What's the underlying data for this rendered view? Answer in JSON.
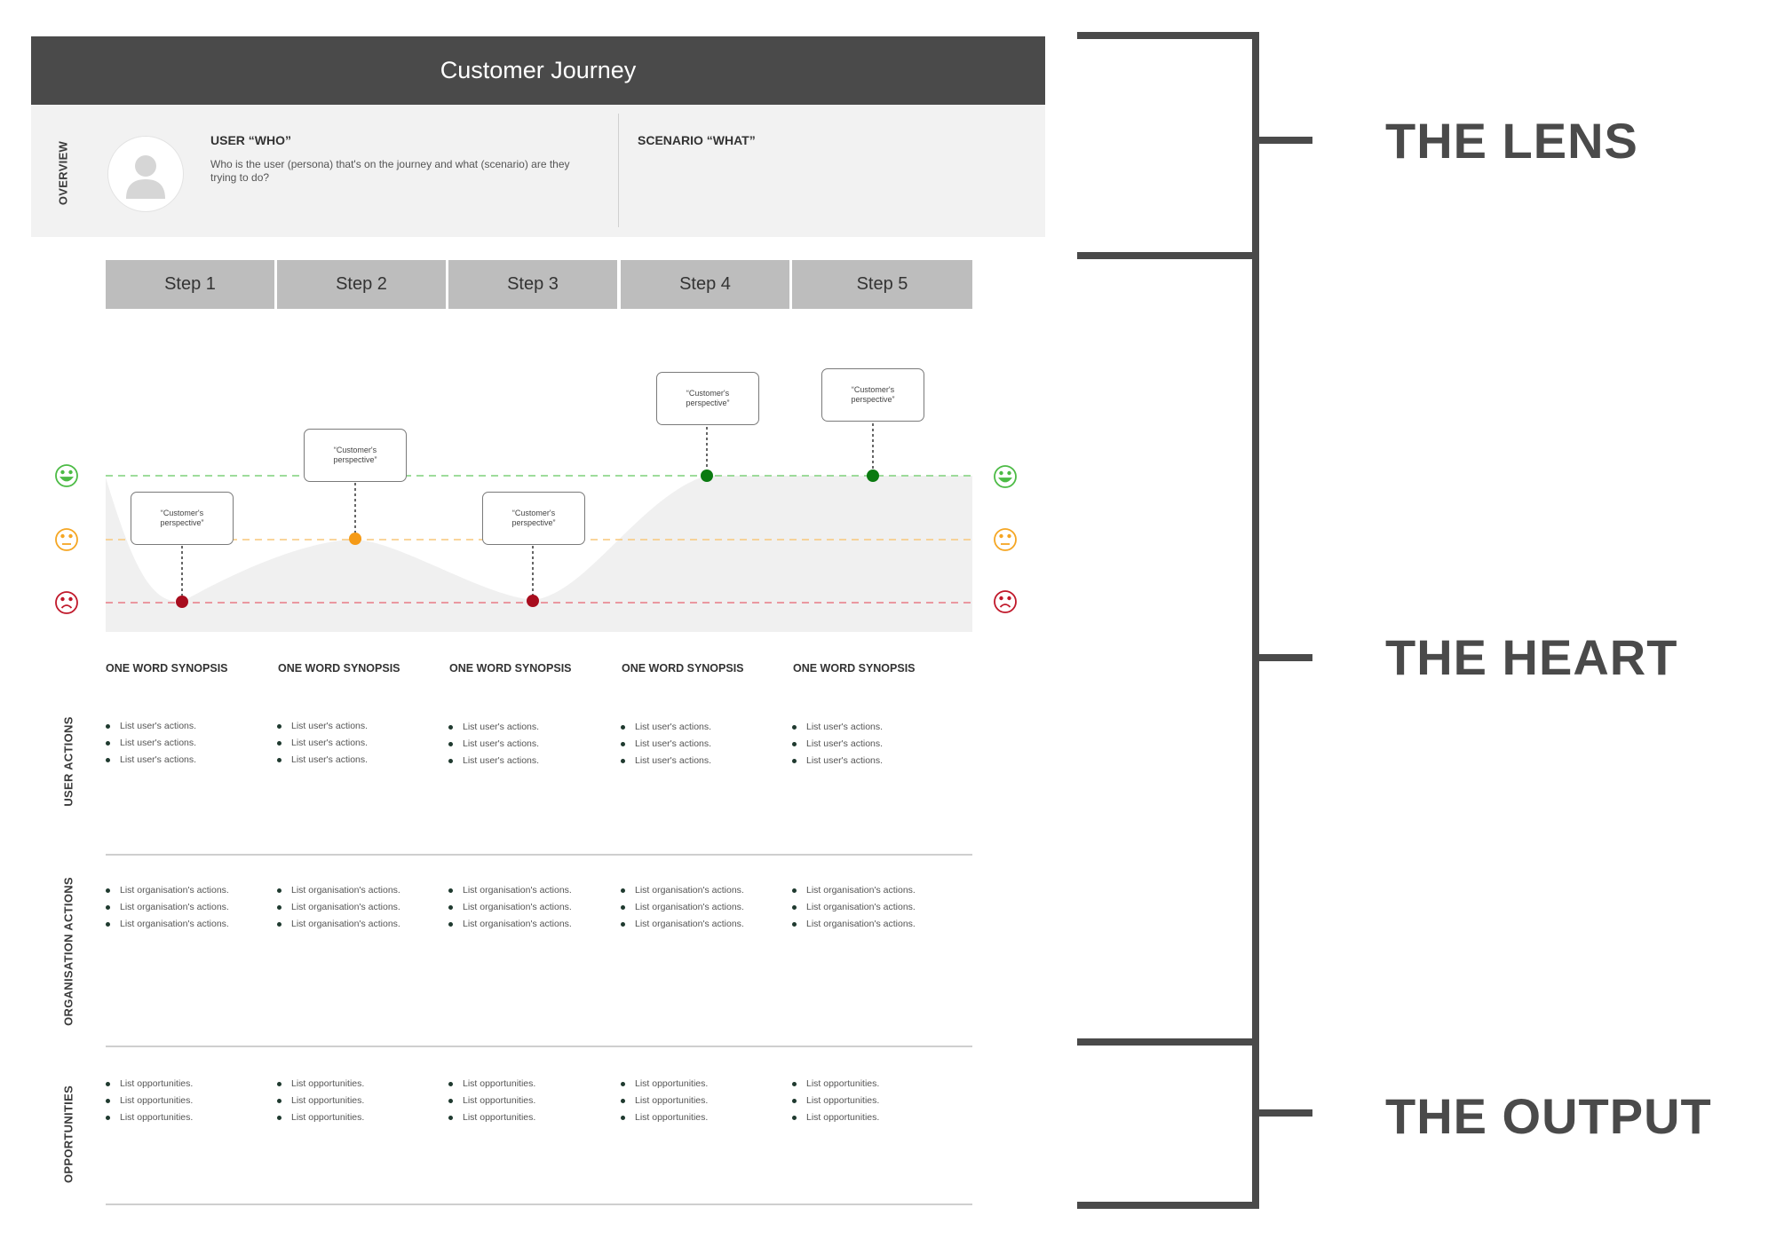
{
  "header": {
    "title": "Customer Journey"
  },
  "overview": {
    "label": "OVERVIEW",
    "user_title": "USER “WHO”",
    "user_desc": "Who is the user (persona) that's on the journey and what (scenario) are they trying to do?",
    "scenario_title": "SCENARIO “WHAT”"
  },
  "steps": [
    "Step 1",
    "Step 2",
    "Step 3",
    "Step 4",
    "Step 5"
  ],
  "emotion": {
    "levels": [
      "positive",
      "neutral",
      "negative"
    ],
    "colors": {
      "positive": "#4cbb45",
      "neutral": "#f5a623",
      "negative": "#c0182a",
      "positive_dot": "#0a7a10",
      "neutral_dot": "#f59a16",
      "negative_dot": "#a80d1e"
    },
    "points": [
      "negative",
      "neutral",
      "negative",
      "positive",
      "positive"
    ],
    "callout_text": "“Customer's perspective”"
  },
  "synopsis": [
    "ONE WORD SYNOPSIS",
    "ONE WORD SYNOPSIS",
    "ONE WORD SYNOPSIS",
    "ONE WORD SYNOPSIS",
    "ONE WORD SYNOPSIS"
  ],
  "rows": {
    "user_actions": {
      "label": "USER ACTIONS",
      "item": "List user's actions."
    },
    "organisation_actions": {
      "label": "ORGANISATION ACTIONS",
      "item": "List organisation's actions."
    },
    "opportunities": {
      "label": "OPPORTUNITIES",
      "item": "List opportunities."
    }
  },
  "sections": [
    "THE LENS",
    "THE HEART",
    "THE OUTPUT"
  ]
}
